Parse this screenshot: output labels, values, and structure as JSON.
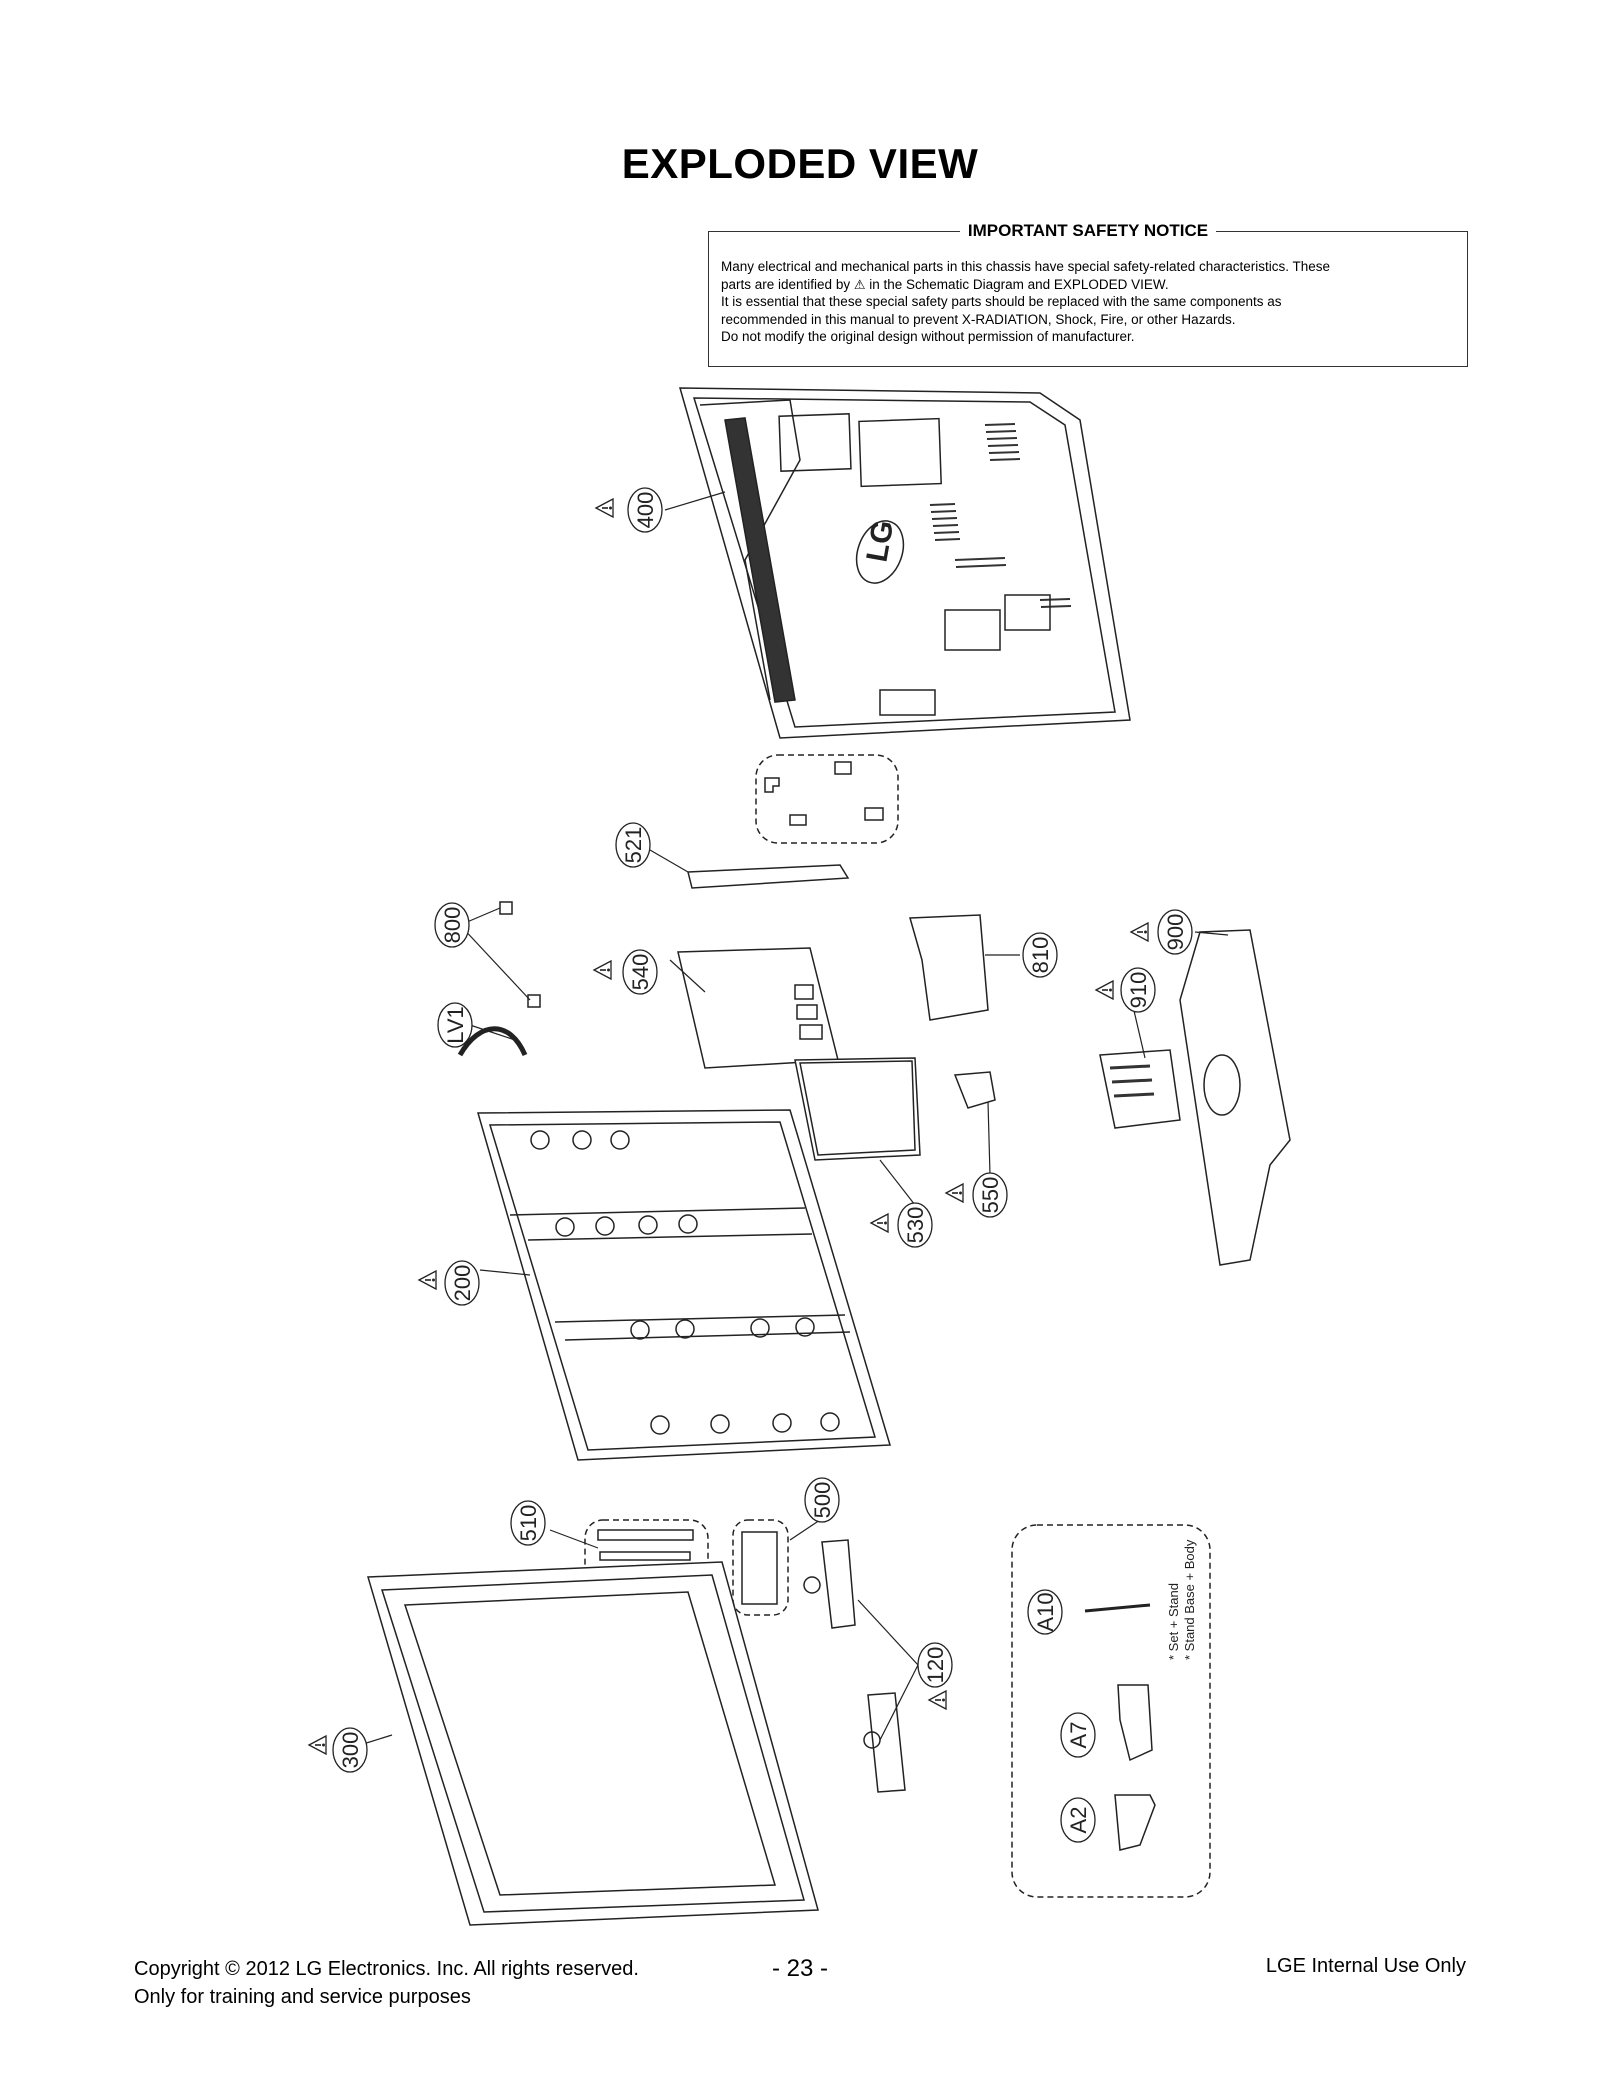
{
  "title": "EXPLODED VIEW",
  "notice": {
    "title": "IMPORTANT SAFETY NOTICE",
    "line1": "Many electrical and mechanical parts in this chassis have special safety-related characteristics. These",
    "line2a": "parts are identified by",
    "line2b": "in the Schematic Diagram and EXPLODED VIEW.",
    "line3": "It is essential that these special safety parts should be replaced with the same components as",
    "line4": "recommended in this manual to prevent X-RADIATION, Shock, Fire, or other Hazards.",
    "line5": "Do not modify the original design without permission of manufacturer."
  },
  "callouts": {
    "c400": "400",
    "c521": "521",
    "c800": "800",
    "c540": "540",
    "cLV1": "LV1",
    "c810": "810",
    "c900": "900",
    "c910": "910",
    "c530": "530",
    "c550": "550",
    "c200": "200",
    "c510": "510",
    "c500": "500",
    "c120": "120",
    "c300": "300",
    "cA10": "A10",
    "cA7": "A7",
    "cA2": "A2"
  },
  "back_cover_logo": "LG",
  "screw_note": {
    "line1": "* Set + Stand",
    "line2": "* Stand Base + Body"
  },
  "footer": {
    "copyright": "Copyright © 2012 LG Electronics. Inc. All rights reserved.",
    "training": "Only for training and service purposes",
    "page": "- 23 -",
    "internal": "LGE Internal Use Only"
  }
}
